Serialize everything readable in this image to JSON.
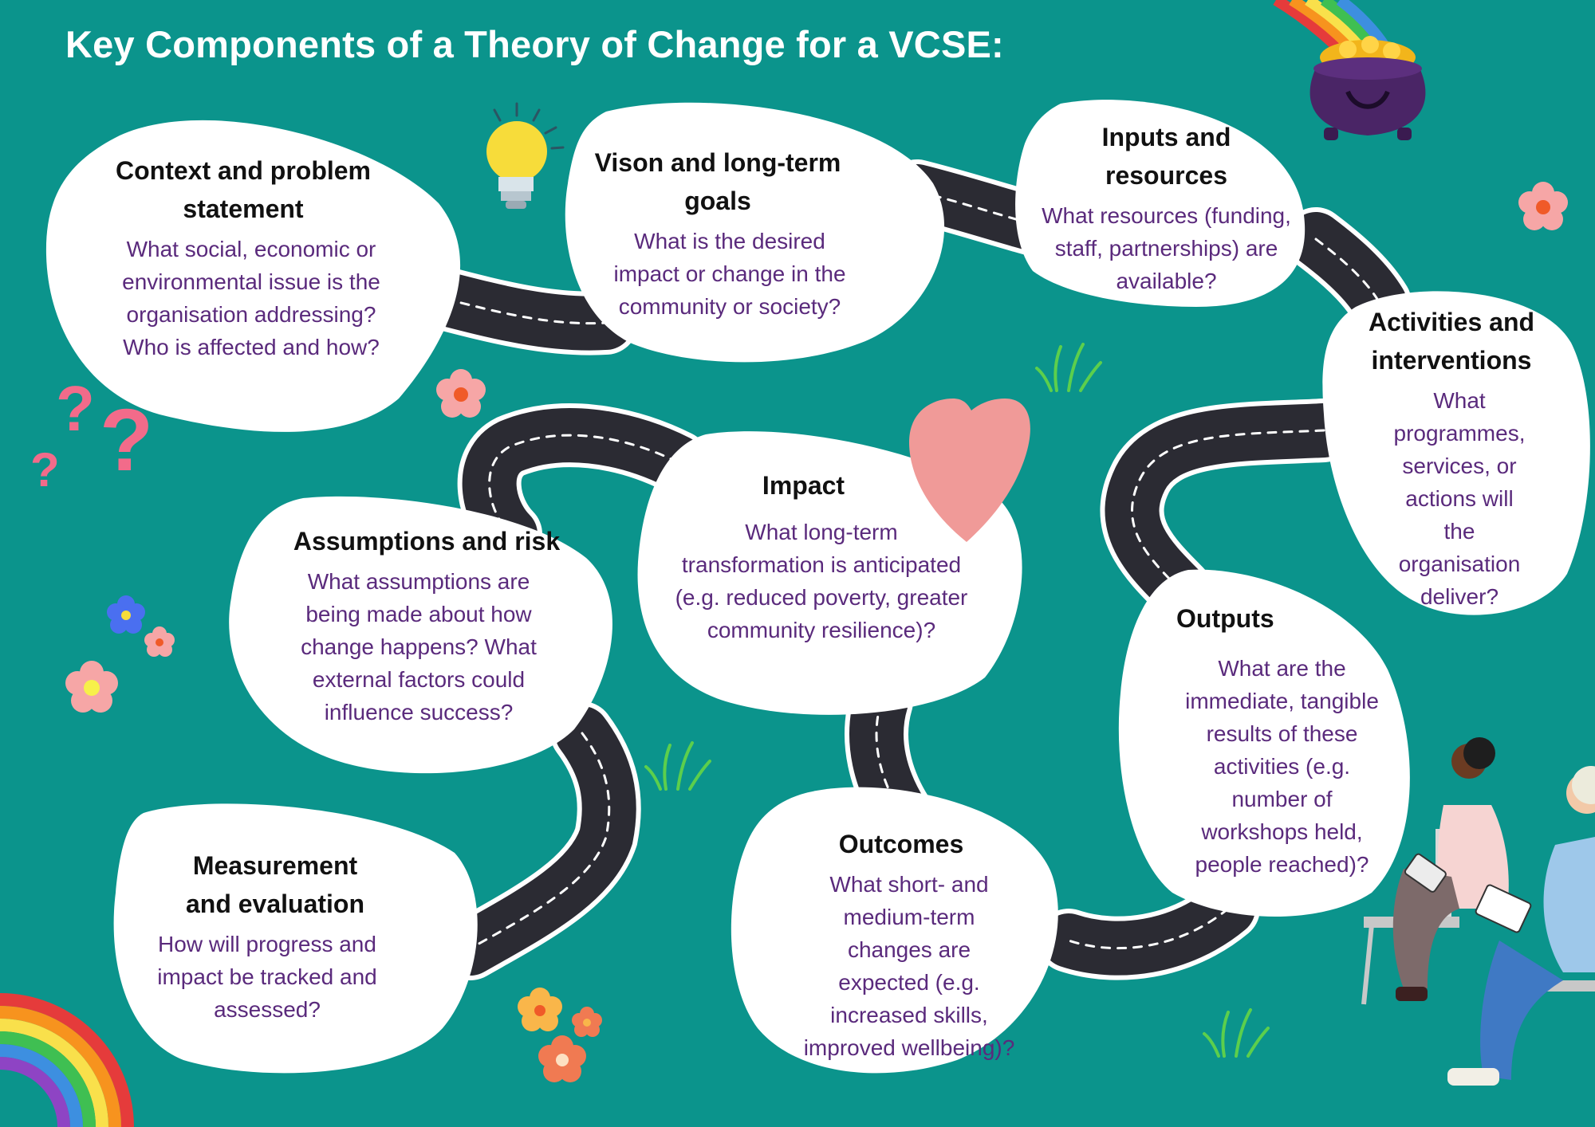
{
  "title": "Key Components of a Theory of Change for a VCSE:",
  "palette": {
    "background": "#0b948c",
    "card": "#ffffff",
    "road": "#2b2b33",
    "heading_text": "#111111",
    "body_text": "#5a2a7c",
    "heart": "#f09a98"
  },
  "components": [
    {
      "id": "context",
      "heading": "Context and problem statement",
      "body": "What social, economic or environmental issue is the organisation addressing? Who is affected and how?"
    },
    {
      "id": "vision",
      "heading": "Vison and long-term goals",
      "body": "What is the desired impact or change in the community or society?"
    },
    {
      "id": "inputs",
      "heading": "Inputs and resources",
      "body": "What resources (funding, staff, partnerships) are available?"
    },
    {
      "id": "activities",
      "heading": "Activities and interventions",
      "body": "What programmes, services, or actions will the organisation deliver?"
    },
    {
      "id": "outputs",
      "heading": "Outputs",
      "body": "What are the immediate, tangible results of these activities (e.g. number of workshops held, people reached)?"
    },
    {
      "id": "outcomes",
      "heading": "Outcomes",
      "body": "What short- and medium-term changes are expected (e.g. increased skills, improved wellbeing)?"
    },
    {
      "id": "impact",
      "heading": "Impact",
      "body": "What long-term transformation is anticipated (e.g. reduced poverty, greater community resilience)?"
    },
    {
      "id": "assumptions",
      "heading": "Assumptions and risk",
      "body": "What assumptions are being made about how change happens? What external factors could influence success?"
    },
    {
      "id": "measurement",
      "heading": "Measurement and evaluation",
      "body": "How will progress and impact be tracked and assessed?"
    }
  ],
  "icons": [
    "lightbulb-icon",
    "pot-of-gold-icon",
    "rainbow-icon",
    "question-marks-icon",
    "heart-icon",
    "flower-icon",
    "grass-icon",
    "people-illustration"
  ]
}
